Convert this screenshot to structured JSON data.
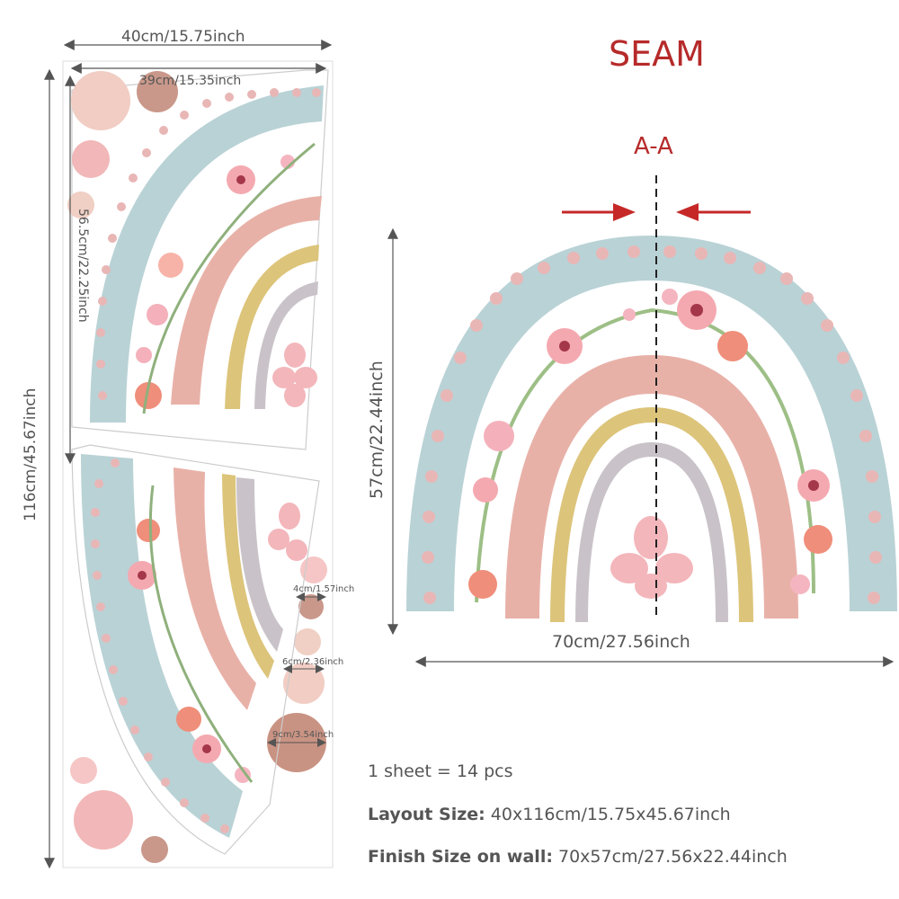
{
  "layout_dims": {
    "width_top": "40cm/15.75inch",
    "width_inner": "39cm/15.35inch",
    "height_piece": "56.5cm/22.25inch",
    "height_total": "116cm/45.67inch"
  },
  "dot_sizes": {
    "small": "4cm/1.57inch",
    "medium": "6cm/2.36inch",
    "large": "9cm/3.54inch"
  },
  "seam": {
    "title": "SEAM",
    "section_label": "A-A"
  },
  "finish_dims": {
    "height": "57cm/22.44inch",
    "width": "70cm/27.56inch"
  },
  "info": {
    "sheet": "1 sheet = 14 pcs",
    "layout_label": "Layout Size:",
    "layout_value": "40x116cm/15.75x45.67inch",
    "finish_label": "Finish Size on wall:",
    "finish_value": "70x57cm/27.56x22.44inch"
  },
  "colors": {
    "blue_band": "#b9d2d6",
    "pink_band": "#e8b1a8",
    "yellow_band": "#dcc47a",
    "grey_band": "#c9c3c9",
    "dots": "#e9b6b6",
    "seam_red": "#b62a2a"
  }
}
